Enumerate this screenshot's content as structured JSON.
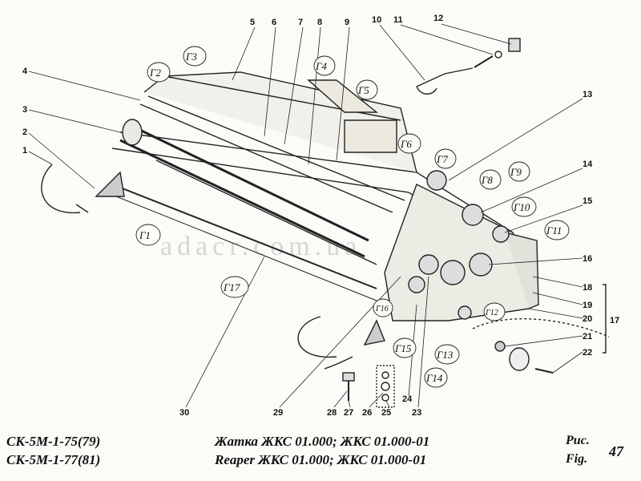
{
  "footer": {
    "model_1": "СК-5М-1-75(79)",
    "model_2": "СК-5М-1-77(81)",
    "title_ru": "Жатка ЖКС 01.000;  ЖКС 01.000-01",
    "title_en": "Reaper ЖКС 01.000;  ЖКС 01.000-01",
    "fig_ru": "Рис.",
    "fig_en": "Fig.",
    "fig_number": "47"
  },
  "watermark": "adacr.com.ua",
  "callouts": [
    "1",
    "2",
    "3",
    "4",
    "5",
    "6",
    "7",
    "8",
    "9",
    "10",
    "11",
    "12",
    "13",
    "14",
    "15",
    "16",
    "17",
    "18",
    "19",
    "20",
    "21",
    "22",
    "23",
    "24",
    "25",
    "26",
    "27",
    "28",
    "29",
    "30"
  ],
  "g_labels": [
    "Г1",
    "Г2",
    "Г3",
    "Г4",
    "Г5",
    "Г6",
    "Г7",
    "Г8",
    "Г9",
    "Г10",
    "Г11",
    "Г12",
    "Г13",
    "Г14",
    "Г15",
    "Г16",
    "Г17"
  ]
}
